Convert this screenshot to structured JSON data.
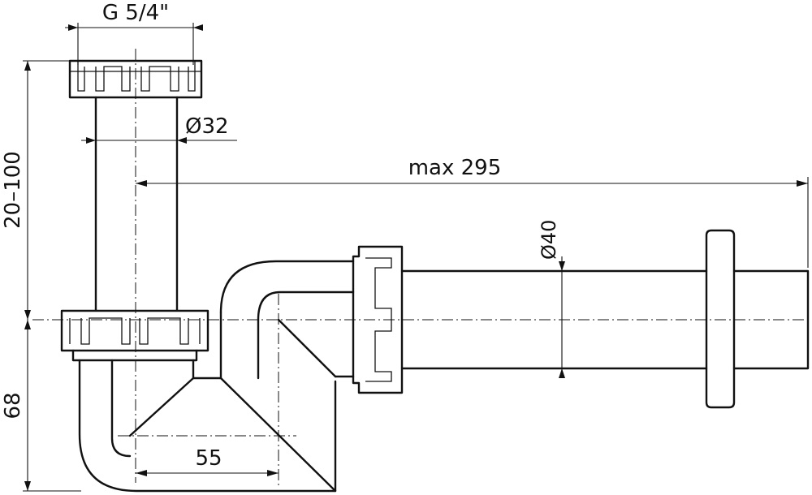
{
  "drawing": {
    "subject": "bottle siphon (sink trap) dimensional drawing",
    "dimensions": {
      "inlet_thread": "G 5/4\"",
      "inlet_pipe_diameter": "Ø32",
      "outlet_length": "max 295",
      "outlet_pipe_diameter": "Ø40",
      "inlet_height_range": "20–100",
      "outlet_height": "68",
      "trap_offset": "55"
    }
  }
}
